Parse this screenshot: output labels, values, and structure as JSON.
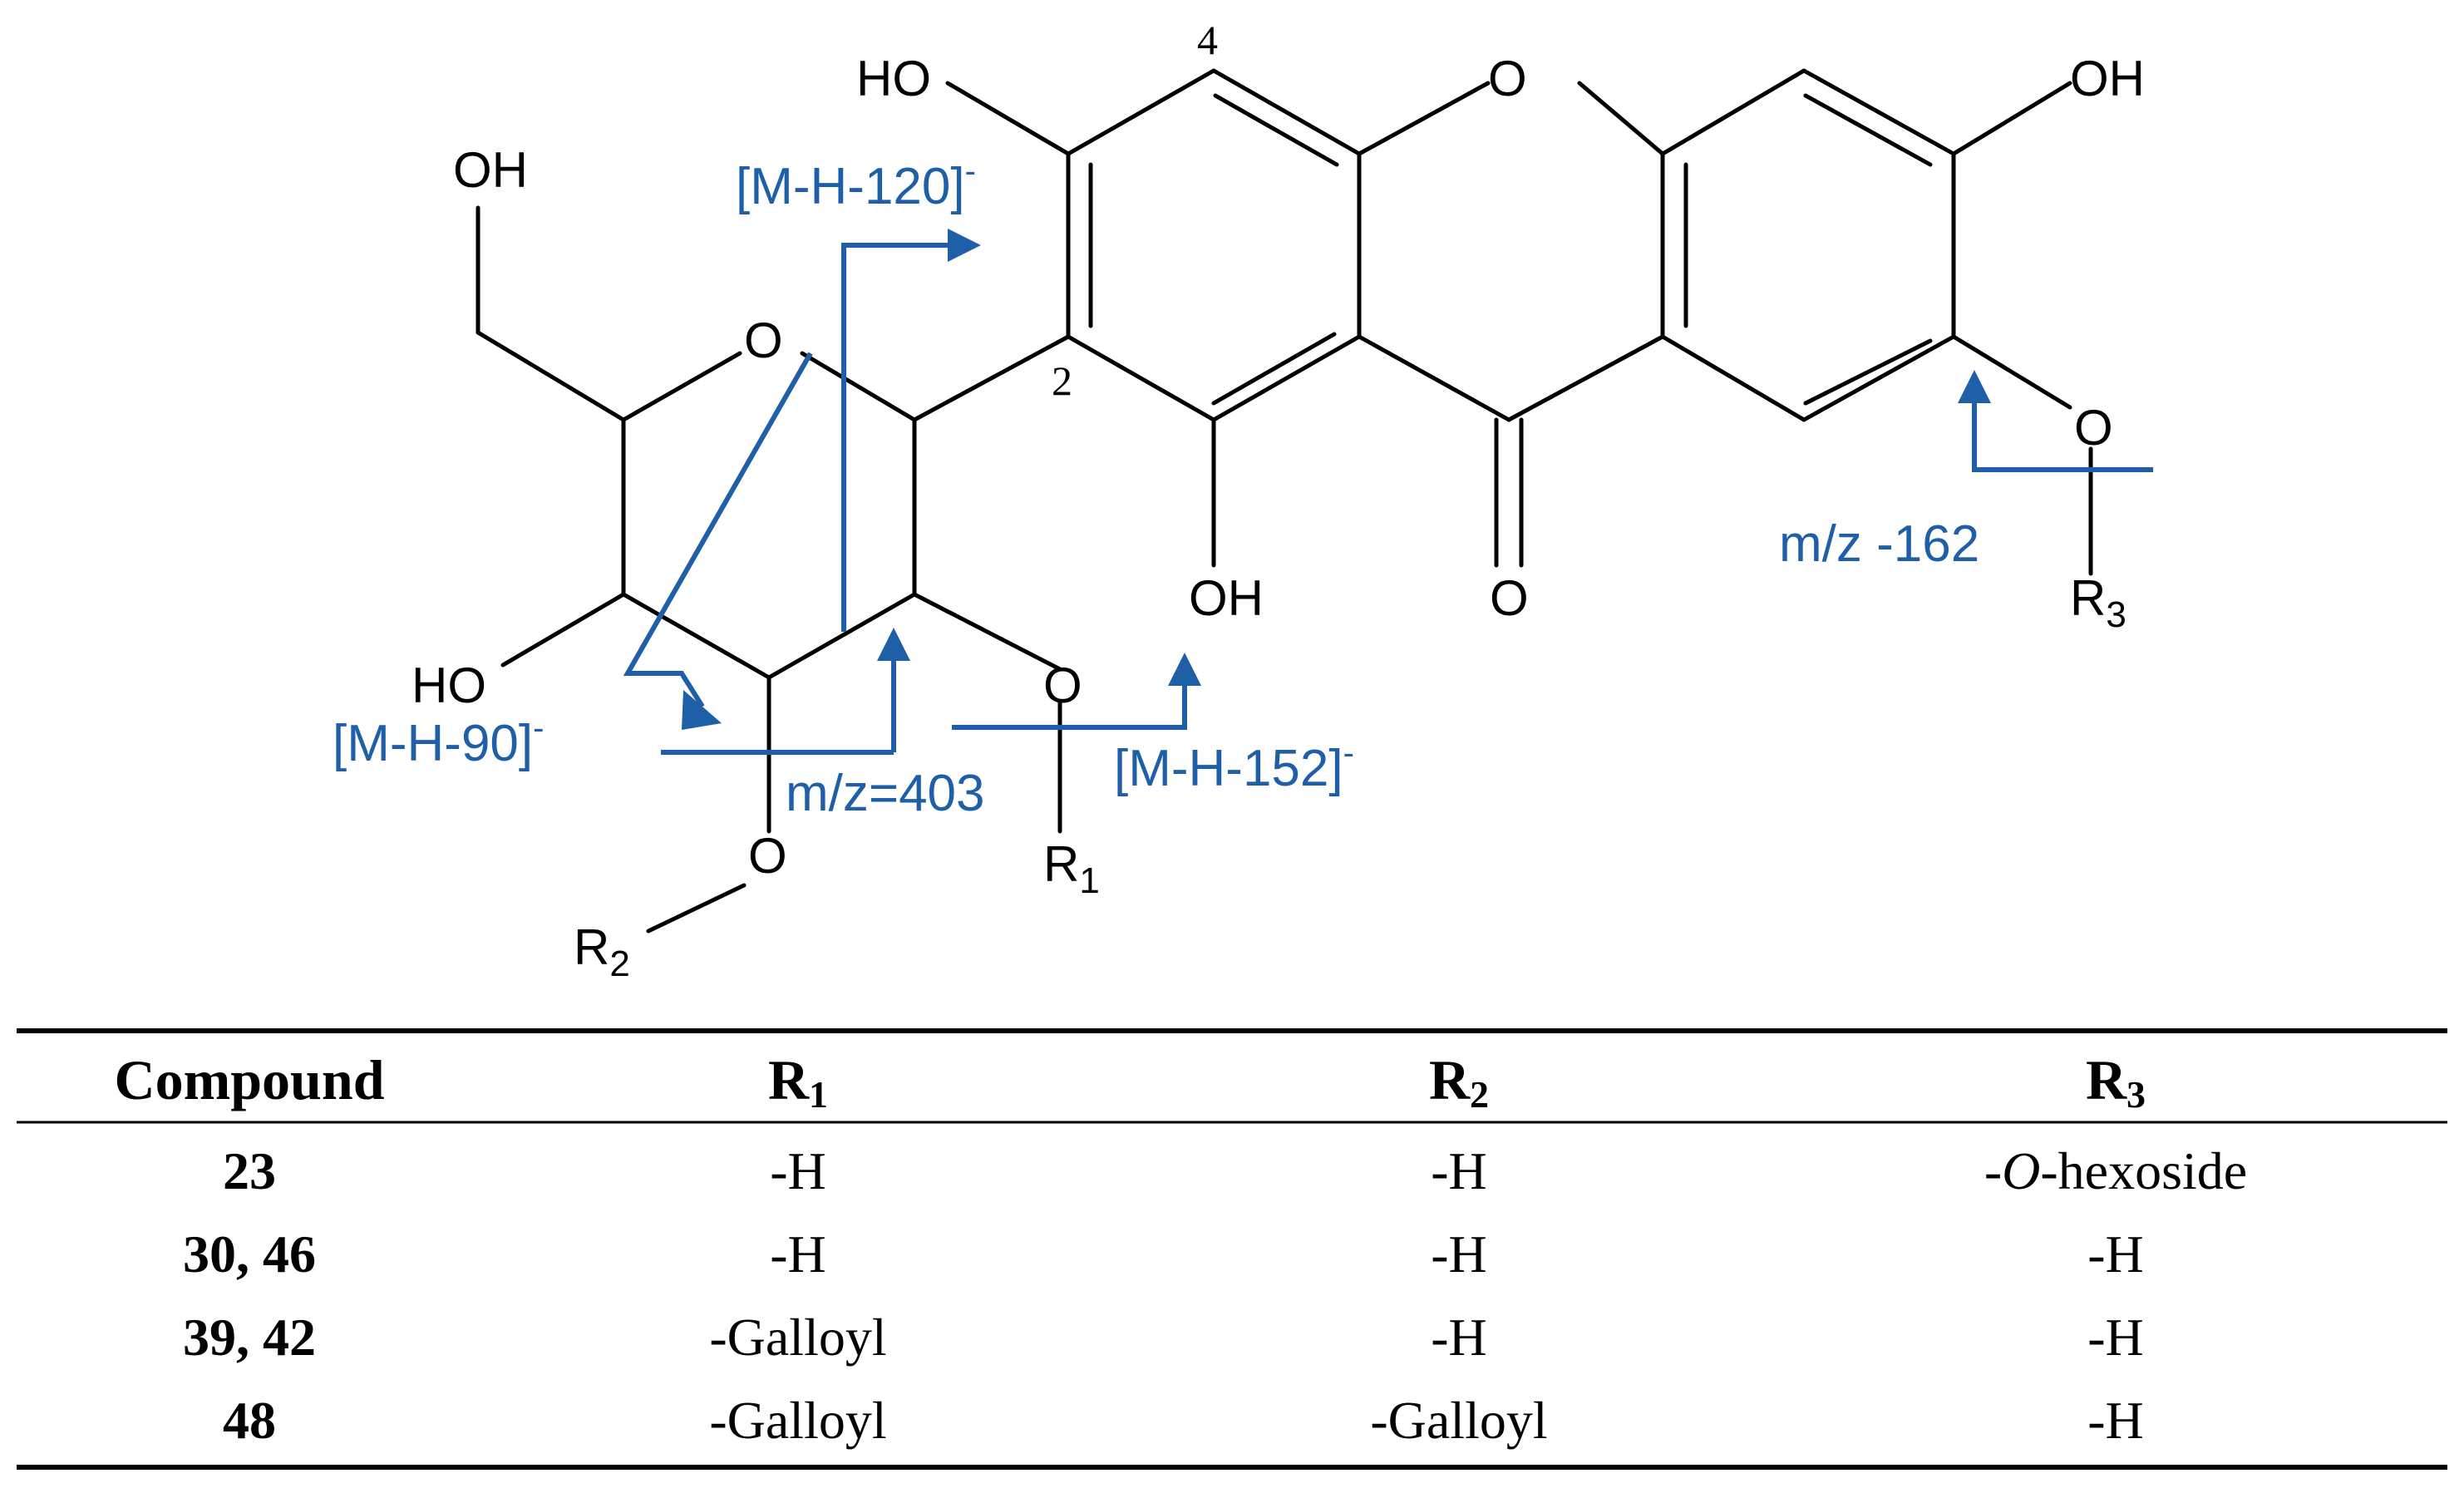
{
  "structure": {
    "atoms": {
      "oh_top_left": "HO",
      "oh_top_right": "OH",
      "ring_o": "O",
      "sugar_ring_o": "O",
      "oh_ch2": "OH",
      "oh_sugar": "HO",
      "oh_c1": "OH",
      "carbonyl_o": "O",
      "o_r1": "O",
      "o_r2": "O",
      "o_r3": "O",
      "r1": "R",
      "r1_sub": "1",
      "r2": "R",
      "r2_sub": "2",
      "r3": "R",
      "r3_sub": "3"
    },
    "locants": {
      "position_2": "2",
      "position_4": "4"
    }
  },
  "fragments": {
    "m120": {
      "label": "[M-H-120]",
      "charge": "-"
    },
    "m90": {
      "label": "[M-H-90]",
      "charge": "-"
    },
    "m152": {
      "label": "[M-H-152]",
      "charge": "-"
    },
    "mz403": {
      "label": "m/z=403"
    },
    "mz162": {
      "label": "m/z -162"
    }
  },
  "colors": {
    "fragment_arrows": "#1f5fa8",
    "bonds": "#000000"
  },
  "table": {
    "headers": {
      "compound": "Compound",
      "r1": "R",
      "r1_sub": "1",
      "r2": "R",
      "r2_sub": "2",
      "r3": "R",
      "r3_sub": "3"
    },
    "rows": [
      {
        "compound": "23",
        "r1": "-H",
        "r2": "-H",
        "r3_prefix": "-",
        "r3_italic": "O",
        "r3_suffix": "-hexoside"
      },
      {
        "compound": "30, 46",
        "r1": "-H",
        "r2": "-H",
        "r3_prefix": "-H",
        "r3_italic": "",
        "r3_suffix": ""
      },
      {
        "compound": "39, 42",
        "r1": "-Galloyl",
        "r2": "-H",
        "r3_prefix": "-H",
        "r3_italic": "",
        "r3_suffix": ""
      },
      {
        "compound": "48",
        "r1": "-Galloyl",
        "r2": "-Galloyl",
        "r3_prefix": "-H",
        "r3_italic": "",
        "r3_suffix": ""
      }
    ]
  }
}
